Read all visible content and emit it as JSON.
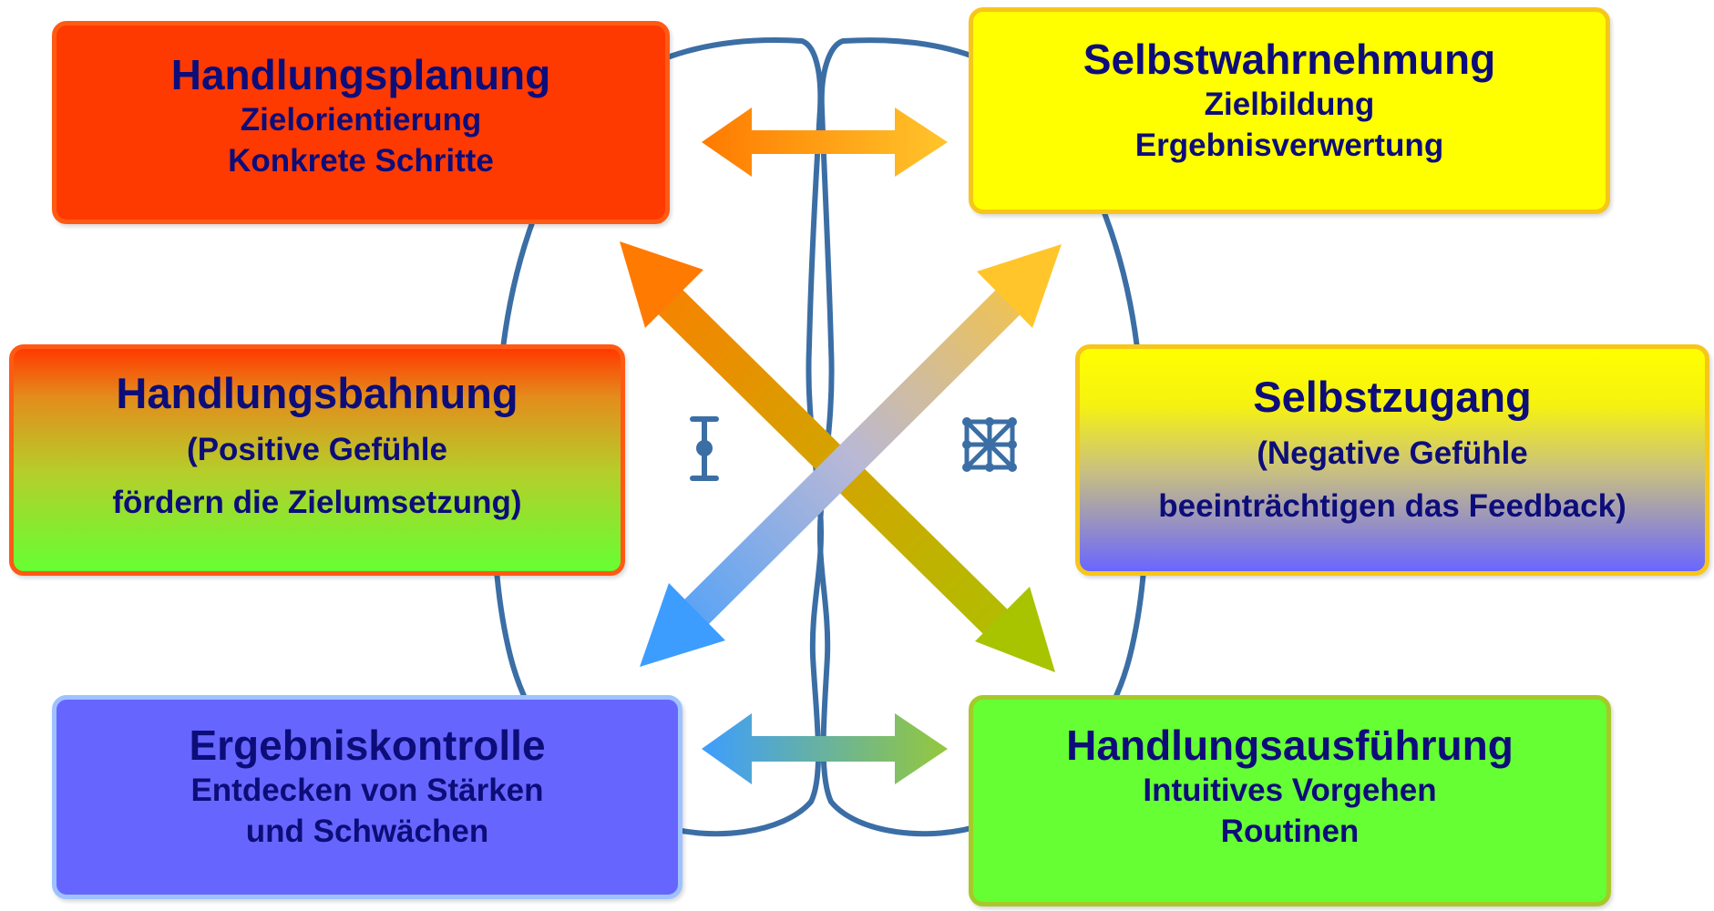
{
  "boxes": {
    "handlungsplanung": {
      "title": "Handlungsplanung",
      "lines": [
        "Zielorientierung",
        "Konkrete Schritte"
      ]
    },
    "selbstwahrnehmung": {
      "title": "Selbstwahrnehmung",
      "lines": [
        "Zielbildung",
        "Ergebnisverwertung"
      ]
    },
    "handlungsbahnung": {
      "title": "Handlungsbahnung",
      "lines": [
        "(Positive Gefühle",
        "fördern  die Zielumsetzung)"
      ]
    },
    "selbstzugang": {
      "title": "Selbstzugang",
      "lines": [
        "(Negative Gefühle",
        "beeinträchtigen das Feedback)"
      ]
    },
    "ergebniskontrolle": {
      "title": "Ergebniskontrolle",
      "lines": [
        "Entdecken von Stärken",
        "und Schwächen"
      ]
    },
    "handlungsausfuehrung": {
      "title": "Handlungsausführung",
      "lines": [
        "Intuitives Vorgehen",
        "Routinen"
      ]
    }
  },
  "colors": {
    "text": "#0d0d7a",
    "red": "#ff3a00",
    "yellow": "#ffff00",
    "blue": "#6666ff",
    "green": "#66ff33",
    "brain_outline": "#3b6ea5",
    "arrow_orange": "#ff7a00",
    "arrow_yellow_green": "#a8c400",
    "arrow_light_blue": "#3d9dff",
    "arrow_gold": "#ffc52b"
  },
  "icons": [
    "brain-outline",
    "i-beam-symbol",
    "grid-lattice-symbol"
  ]
}
